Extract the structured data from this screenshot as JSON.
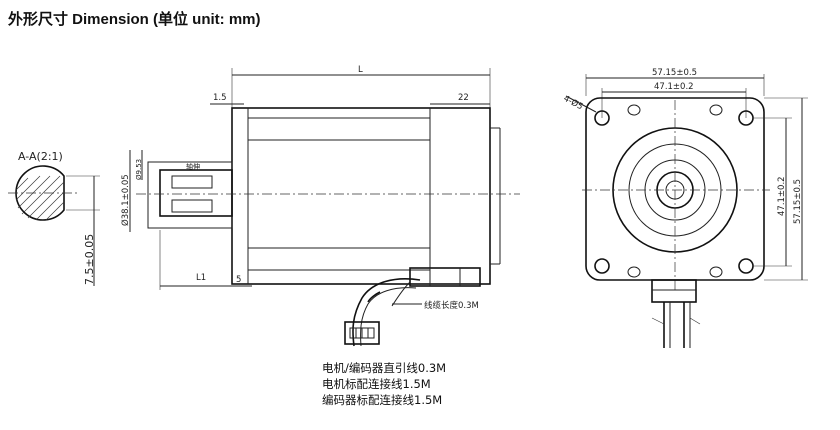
{
  "title": "外形尺寸 Dimension (单位 unit: mm)",
  "section_view": {
    "label": "A-A(2:1)",
    "flat_dim": "7.5±0.05"
  },
  "side_view": {
    "length_label": "L",
    "flange_thickness": "1.5",
    "rear_length": "22",
    "shaft_diameter": "Ø38.1±0.05",
    "shaft_tolerance": "Ø9.53",
    "shaft_key_label": "轴伸",
    "shaft_length": "L1",
    "step_length": "5",
    "cable_length_note": "线缆长度0.3M"
  },
  "front_view": {
    "hole_note": "4-Ø5",
    "outer_width_h": "57.15±0.5",
    "bolt_spacing_h": "47.1±0.2",
    "bolt_spacing_v": "47.1±0.2",
    "outer_width_v": "57.15±0.5"
  },
  "wiring_notes": [
    "电机/编码器直引线0.3M",
    "电机标配连接线1.5M",
    "编码器标配连接线1.5M"
  ],
  "colors": {
    "line": "#222222",
    "background": "#ffffff"
  }
}
